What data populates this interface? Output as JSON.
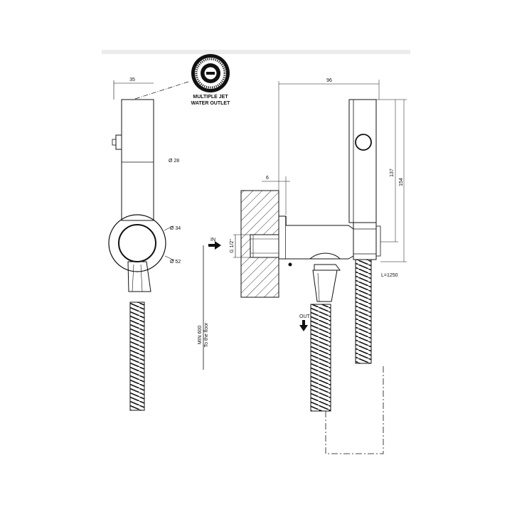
{
  "dimensions": {
    "width_35": "35",
    "dia_28": "Ø 28",
    "dia_34": "Ø 34",
    "dia_52": "Ø 52",
    "depth_6": "6",
    "length_96": "96",
    "height_137": "137",
    "height_154": "154",
    "thread": "G 1/2\"",
    "hose_length": "L=1250",
    "min_height_line1": "MIN 600",
    "min_height_line2": "To the floor"
  },
  "labels": {
    "inlet": "IN",
    "outlet": "OUT",
    "callout_line1": "MULTIPLE JET",
    "callout_line2": "WATER OUTLET"
  },
  "icons": {
    "nozzle": "multiple-jet-nozzle-icon",
    "in_arrow": "arrow-right-icon",
    "out_arrow": "arrow-down-icon"
  }
}
